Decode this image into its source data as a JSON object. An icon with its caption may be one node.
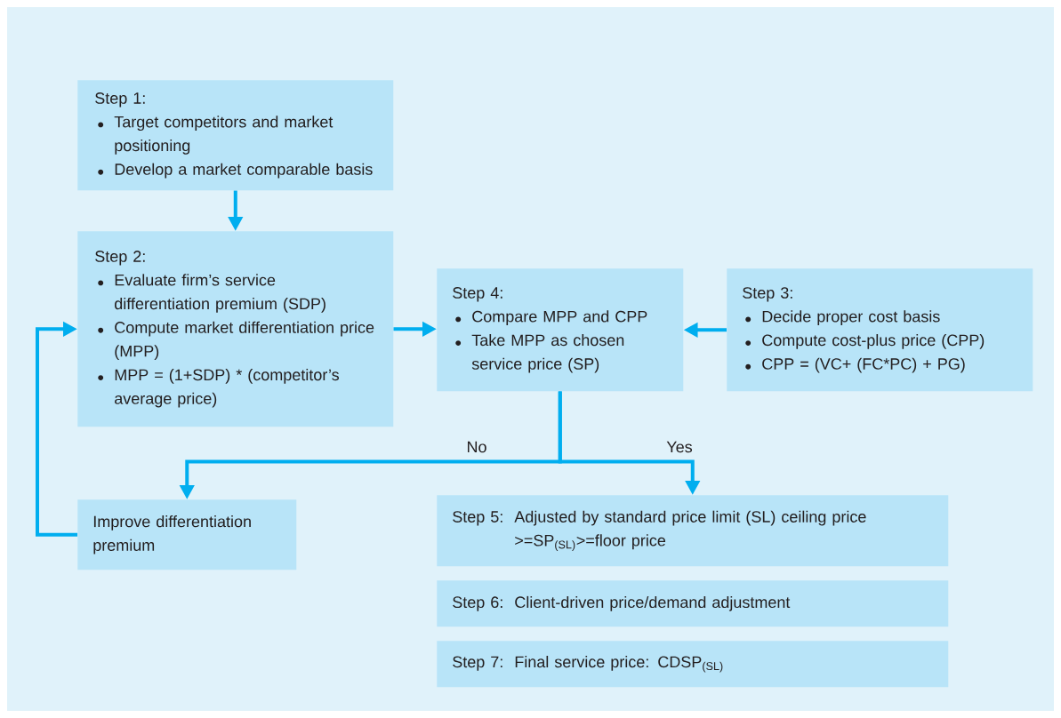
{
  "diagram": {
    "nodes": [
      {
        "text": [
          "Step 1:",
          "Target competitors and market positioning",
          "Develop a market comparable basis"
        ]
      },
      {
        "text": [
          "Step 2:",
          "Evaluate firm’s service differentiation premium (SDP)",
          "Compute market differentiation price (MPP)",
          "MPP = (1+SDP) * (competitor’s average price)"
        ]
      },
      {
        "text": [
          "Step 4:",
          "Compare MPP and CPP",
          "Take MPP as chosen service price (SP)"
        ]
      },
      {
        "text": [
          "Step 3:",
          "Decide proper cost basis",
          "Compute cost-plus price (CPP)",
          "CPP = (VC+ (FC*PC) + PG)"
        ]
      },
      {
        "text": [
          "Improve differentiation premium"
        ]
      },
      {
        "text": [
          "Step 5:",
          "Adjusted by standard price limit (SL) ceiling price >=SP$_{(SL)}$>=floor price"
        ]
      },
      {
        "text": [
          "Step 6:",
          "Client-driven price/demand adjustment"
        ]
      },
      {
        "text": [
          "Step 7:",
          "Final service price: CDSP$_{(SL)}$"
        ]
      }
    ],
    "edges": [
      {
        "from": 0,
        "to": 1,
        "arrow": "to"
      },
      {
        "from": 1,
        "to": 2,
        "arrow": "to"
      },
      {
        "from": 3,
        "to": 2,
        "arrow": "to"
      },
      {
        "from": 2,
        "to": 4,
        "arrow": "to",
        "label": "No"
      },
      {
        "from": 2,
        "to": 5,
        "arrow": "to",
        "label": "Yes"
      },
      {
        "from": 4,
        "to": 1,
        "arrow": "to"
      }
    ]
  }
}
